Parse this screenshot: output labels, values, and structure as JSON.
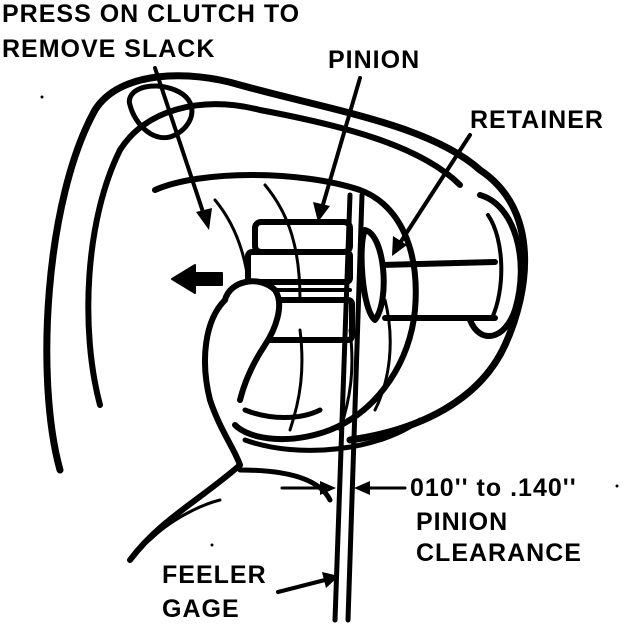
{
  "labels": {
    "press_line1": "PRESS ON CLUTCH TO",
    "press_line2": "REMOVE SLACK",
    "pinion": "PINION",
    "retainer": "RETAINER",
    "clearance_value": "010'' to .140''",
    "clearance_line1": "PINION",
    "clearance_line2": "CLEARANCE",
    "feeler_line1": "FEELER",
    "feeler_line2": "GAGE"
  },
  "colors": {
    "ink": "#000000",
    "paper": "#ffffff"
  }
}
